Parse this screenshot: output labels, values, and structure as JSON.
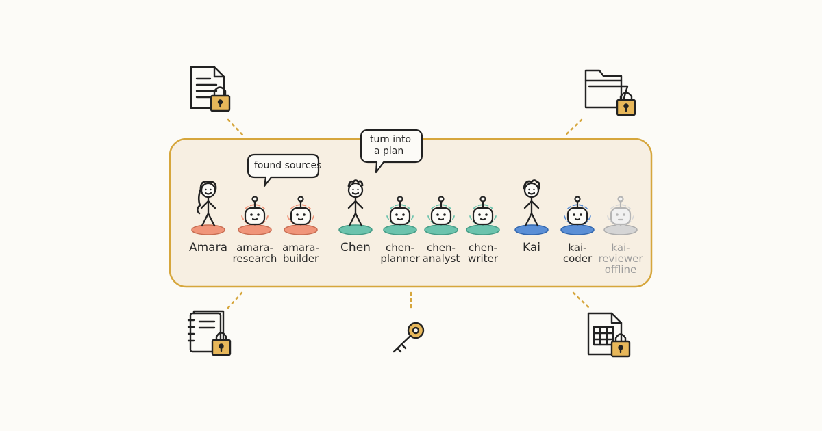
{
  "bubbles": {
    "amara_research": "found sources",
    "chen_line1": "turn into",
    "chen_line2": "a plan"
  },
  "humans": {
    "amara": "Amara",
    "chen": "Chen",
    "kai": "Kai"
  },
  "agents": {
    "amara_research": [
      "amara-",
      "research"
    ],
    "amara_builder": [
      "amara-",
      "builder"
    ],
    "chen_planner": [
      "chen-",
      "planner"
    ],
    "chen_analyst": [
      "chen-",
      "analyst"
    ],
    "chen_writer": [
      "chen-",
      "writer"
    ],
    "kai_coder": [
      "kai-",
      "coder"
    ],
    "kai_reviewer": [
      "kai-",
      "reviewer",
      "offline"
    ]
  },
  "colors": {
    "amara": "#f0957a",
    "chen": "#6cc3ad",
    "kai": "#5b8fd6",
    "offline": "#d5d5d5",
    "frame": "#d6a63c",
    "frame_fill": "#f7efe2",
    "lock": "#e7b75a"
  },
  "icons": [
    "document-lock-icon",
    "folder-lock-icon",
    "notebook-lock-icon",
    "key-icon",
    "spreadsheet-lock-icon"
  ]
}
